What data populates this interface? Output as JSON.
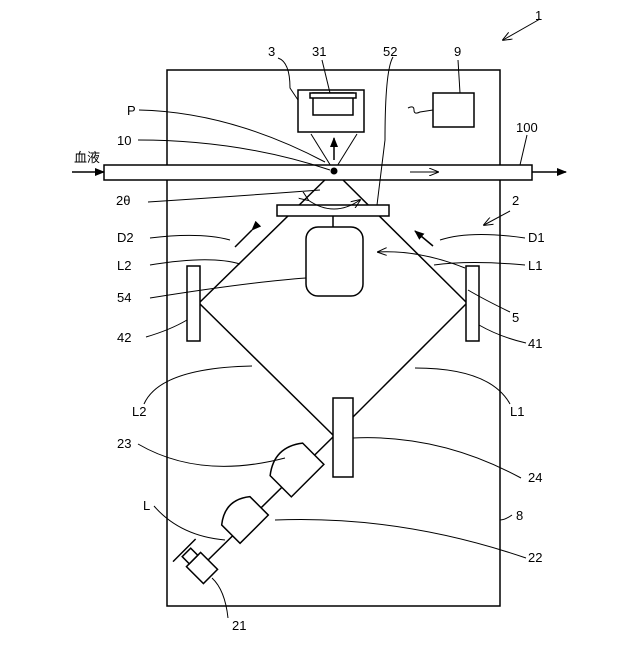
{
  "labels": {
    "device": "1",
    "detector": "3",
    "sensor": "31",
    "filter": "52",
    "controller": "9",
    "point": "P",
    "channel_label": "10",
    "flow_path": "100",
    "blood": "血液",
    "angle": "2θ",
    "unit": "2",
    "d2": "D2",
    "d1": "D1",
    "l2_upper": "L2",
    "l1_upper": "L1",
    "lens54": "54",
    "arrow5": "5",
    "mirror42": "42",
    "mirror41": "41",
    "l2_lower": "L2",
    "l1_lower": "L1",
    "lens23": "23",
    "splitter24": "24",
    "beam_l": "L",
    "housing8": "8",
    "lens22": "22",
    "source21": "21"
  }
}
